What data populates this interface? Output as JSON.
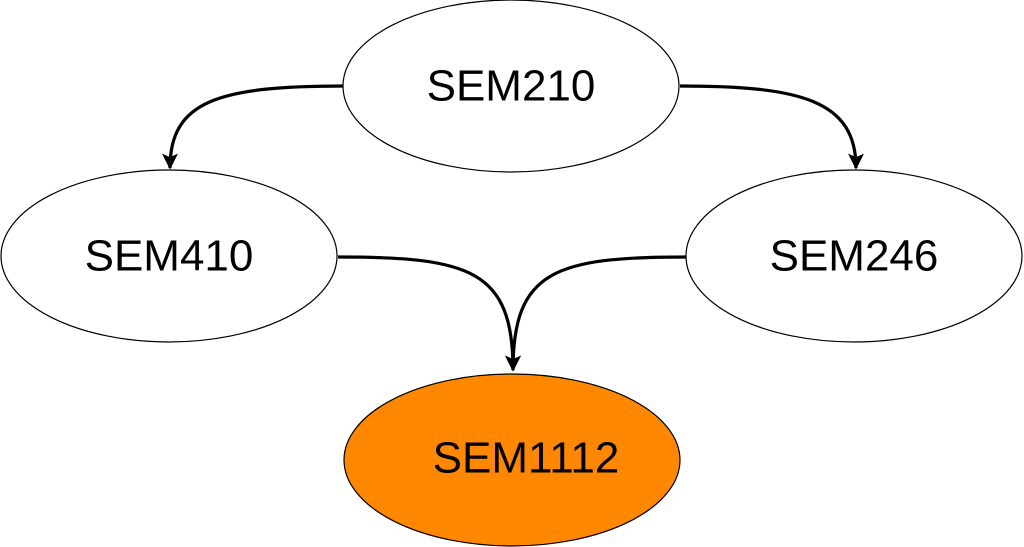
{
  "nodes": {
    "sem210": {
      "label": "SEM210",
      "fill": "#ffffff"
    },
    "sem410": {
      "label": "SEM410",
      "fill": "#ffffff"
    },
    "sem246": {
      "label": "SEM246",
      "fill": "#ffffff"
    },
    "sem1112": {
      "label": "SEM1112",
      "fill": "#ff8800"
    }
  },
  "edges": [
    {
      "from": "SEM210",
      "to": "SEM410"
    },
    {
      "from": "SEM210",
      "to": "SEM246"
    },
    {
      "from": "SEM410",
      "to": "SEM1112"
    },
    {
      "from": "SEM246",
      "to": "SEM1112"
    }
  ],
  "colors": {
    "stroke": "#000000",
    "background": "#ffffff",
    "highlight": "#ff8800"
  }
}
